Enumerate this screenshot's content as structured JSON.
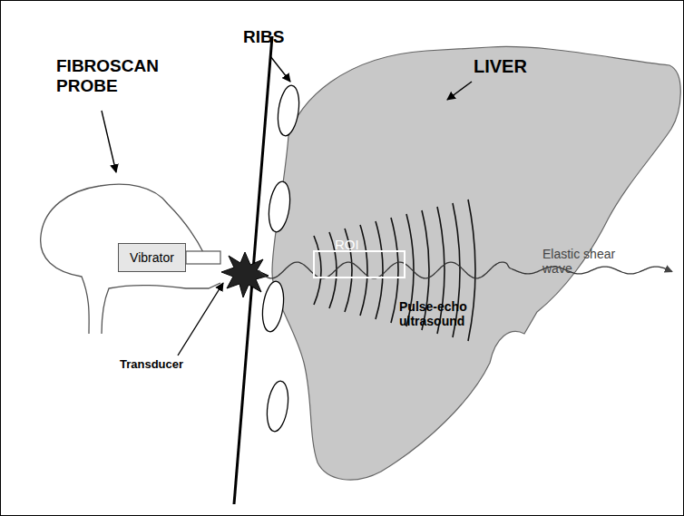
{
  "diagram": {
    "nodes": [
      {
        "text": [
          "Vibrator"
        ]
      },
      {
        "text": [
          "ROI"
        ]
      }
    ],
    "labels": [
      "FIBROSCAN PROBE",
      "RIBS",
      "LIVER",
      "Transducer",
      "Elastic shear wave",
      "Pulse-echo ultrasound"
    ]
  }
}
